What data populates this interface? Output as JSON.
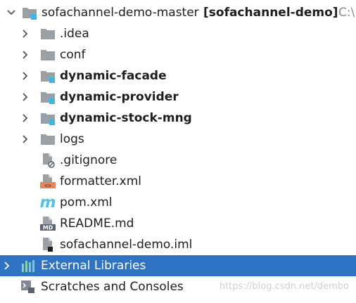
{
  "project": {
    "root_name": "sofachannel-demo-master",
    "root_module": "[sofachannel-demo]",
    "root_path": "C:\\"
  },
  "tree": {
    "idea": ".idea",
    "conf": "conf",
    "dynamic_facade": "dynamic-facade",
    "dynamic_provider": "dynamic-provider",
    "dynamic_stock_mng": "dynamic-stock-mng",
    "logs": "logs",
    "gitignore": ".gitignore",
    "formatter": "formatter.xml",
    "pom": "pom.xml",
    "readme": "README.md",
    "iml": "sofachannel-demo.iml",
    "external_libraries": "External Libraries",
    "scratches": "Scratches and Consoles"
  },
  "icons": {
    "md_badge": "MD",
    "xml_badge": "<>",
    "maven_glyph": "m"
  },
  "watermark": "https://blog.csdn.net/dembo",
  "colors": {
    "selection": "#2f73c4",
    "folder": "#9aa0a6",
    "module_marker": "#3db6e3",
    "maven": "#4fc3e8",
    "xml_badge": "#e8835a"
  }
}
